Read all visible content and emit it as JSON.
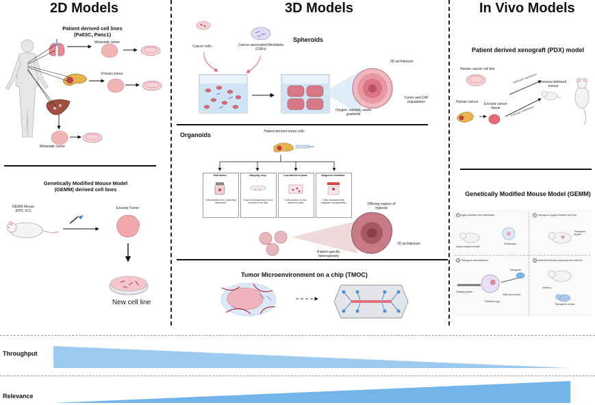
{
  "headers": {
    "models_2d": "2D Models",
    "models_3d": "3D Models",
    "in_vivo": "In Vivo Models"
  },
  "col2d": {
    "pdcl_title": "Patient derived cell lines",
    "pdcl_sub": "(Pa03C, Panc1)",
    "metastatic_tumor_top": "Metastatic tumor",
    "primary_tumor": "Primary tumor",
    "metastatic_tumor_bottom": "Metastatic tumor",
    "gemm_title": "Genetically Modified Mouse Model (GEMM) derived cell lines",
    "gemm_mouse": "GEMM Mouse",
    "gemm_mouse_sub": "(KPC, KC)",
    "excised_tumor": "Excised Tumor",
    "new_cell_line": "New cell line"
  },
  "col3d": {
    "cancer_cells": "Cancer cells",
    "cafs": "Cancer-associated fibroblasts (CAFs)",
    "spheroids": "Spheroids",
    "arch_3d": "3D architecture",
    "tumor_caf": "Tumor and CAF populations",
    "gradients": "Oxygen, nutrient, waste gradients",
    "organoids": "Organoids",
    "pdtc": "Patient-derived tumor cells",
    "methods": [
      {
        "title": "Bioreactor",
        "desc": "Cells seeded into a spinning bioreactor"
      },
      {
        "title": "Hanging drop",
        "desc": "Drop cell suspension on an inverted Petri dish"
      },
      {
        "title": "Low-adherent plate",
        "desc": "Cells seeded on low-adherent plate"
      },
      {
        "title": "Magnetic levitation",
        "desc": "Cells incubated with magnetic nanoparticles"
      }
    ],
    "hypoxia": "Offering regions of hypoxia",
    "heterogeneity": "Patient-specific heterogeneity",
    "arch_3d_org": "3D architecture",
    "tmoc": "Tumor Microenvironment on a chip (TMOC)"
  },
  "colvivo": {
    "pdx_title": "Patient derived xenograft (PDX) model",
    "human_cell_line": "Human cancer cell line",
    "human_cancer": "Human cancer",
    "excised_cancer": "Excised cancer tissue",
    "orthotopic_top": "Orthotopic implantation",
    "orthotopic_bottom": "Orthotopic implantation",
    "immuno_mouse": "Immuno-deficient mouse",
    "gemm_title": "Genetically Modified Mouse Model (GEMM)",
    "steps": [
      {
        "num": "1",
        "title": "Eggs collection and fertilization",
        "l1": "Superovulated female",
        "l2": "Fertilization"
      },
      {
        "num": "2",
        "title": "Transgenic zygote transfer into host",
        "l1": "Transgenic zygote",
        "l2": ""
      },
      {
        "num": "3",
        "title": "Transgene microinjection",
        "l1": "Holding pipette",
        "l2": "Fertilized egg",
        "l3": "Male pronucleus",
        "l4": "Transgene"
      },
      {
        "num": "4",
        "title": "Implanted female pregnancy and delivery",
        "l1": "Delivery",
        "l2": "Transgenic mouse"
      }
    ]
  },
  "bottom": {
    "throughput": "Throughput",
    "relevance": "Relevance"
  },
  "colors": {
    "accent_blue": "#5aa7e6",
    "tumor_pink": "#e8a0a6",
    "tumor_red": "#c0505e",
    "cell_red": "#d9606e",
    "dish": "#eef3f8"
  }
}
